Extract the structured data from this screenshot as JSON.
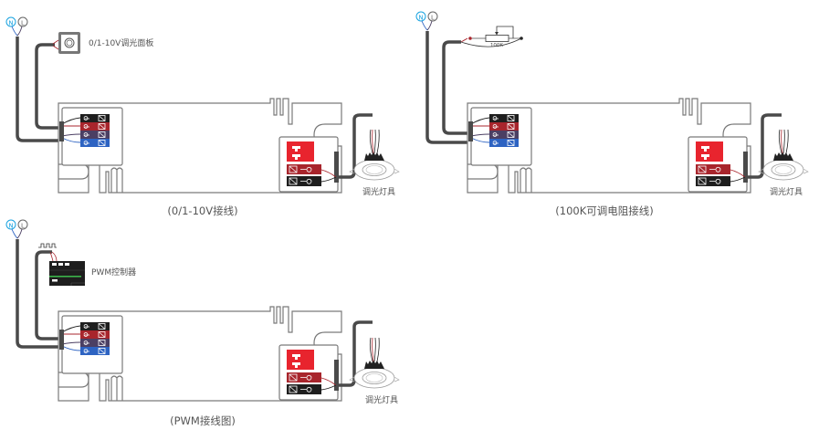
{
  "colors": {
    "neutral": "#1aa3e0",
    "live": "#555555",
    "cable": "#4a4a4a",
    "terminal_black": "#1e1e1e",
    "terminal_red": "#a8252c",
    "terminal_purple": "#4b3f63",
    "terminal_blue": "#2d63c2",
    "dip_red": "#e8242e",
    "outline": "#7a7a7a"
  },
  "diagrams": [
    {
      "id": "dim-0-10v",
      "neutral_label": "N",
      "live_label": "L",
      "controller_label": "0/1-10V调光面板",
      "fixture_label": "调光灯具",
      "caption": "(0/1-10V接线)"
    },
    {
      "id": "dim-100k",
      "neutral_label": "N",
      "live_label": "L",
      "resistor_label": "100K",
      "fixture_label": "调光灯具",
      "caption": "(100K可调电阻接线)"
    },
    {
      "id": "dim-pwm",
      "neutral_label": "N",
      "live_label": "L",
      "controller_label": "PWM控制器",
      "fixture_label": "调光灯具",
      "caption": "(PWM接线图)"
    }
  ]
}
